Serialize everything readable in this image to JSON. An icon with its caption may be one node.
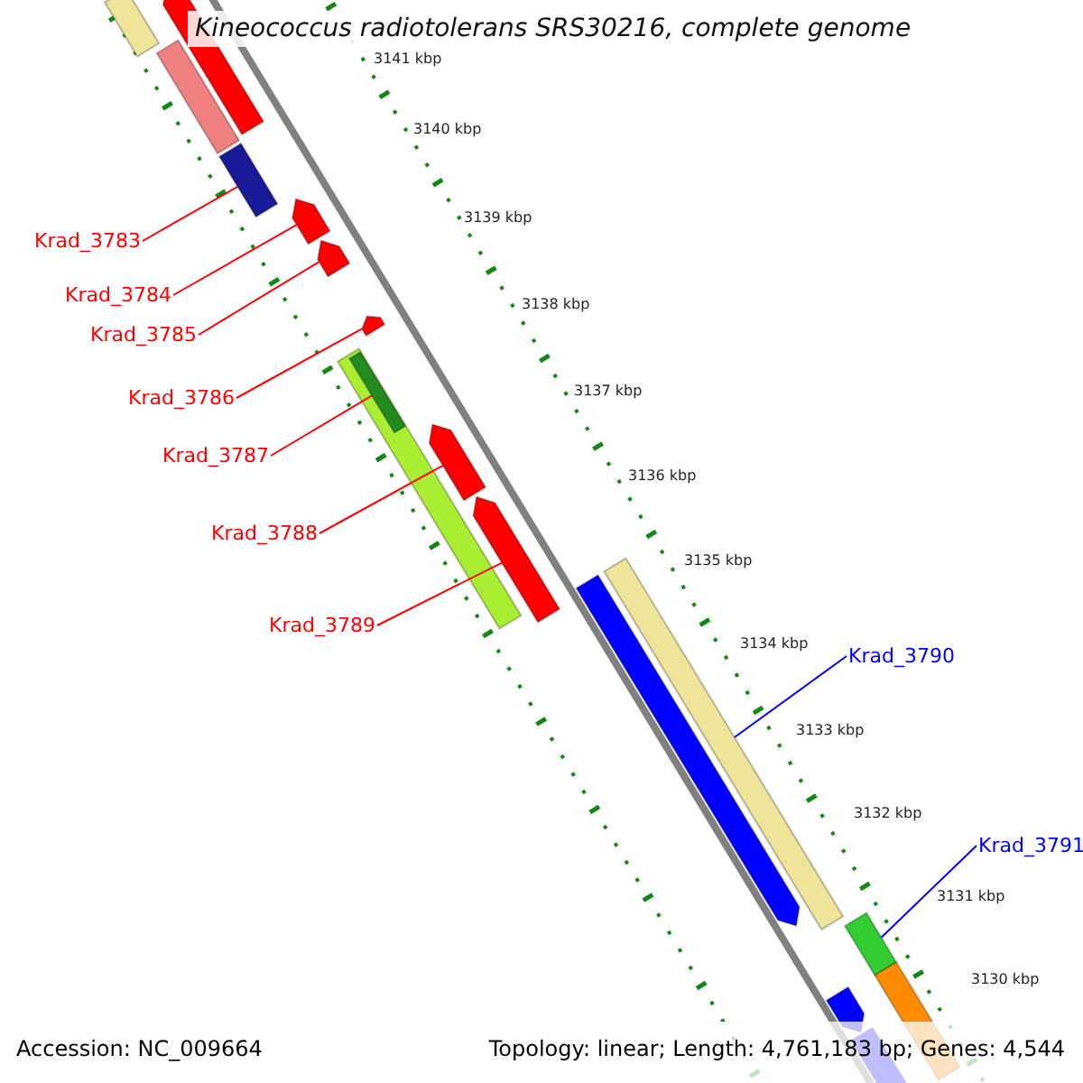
{
  "diagram": {
    "title": "Kineococcus radiotolerans SRS30216, complete genome",
    "nodes": [
      {
        "text": [
          "Krad_3783"
        ]
      },
      {
        "text": [
          "Krad_3784"
        ]
      },
      {
        "text": [
          "Krad_3785"
        ]
      },
      {
        "text": [
          "Krad_3786"
        ]
      },
      {
        "text": [
          "Krad_3787"
        ]
      },
      {
        "text": [
          "Krad_3788"
        ]
      },
      {
        "text": [
          "Krad_3789"
        ]
      },
      {
        "text": [
          "Krad_3790"
        ]
      },
      {
        "text": [
          "Krad_3791"
        ]
      },
      {
        "text": [],
        "shape": "bar"
      },
      {
        "text": [],
        "shape": "bar"
      },
      {
        "text": [],
        "shape": "bar"
      },
      {
        "text": [],
        "shape": "bar"
      },
      {
        "text": [],
        "shape": "bar"
      },
      {
        "text": [],
        "shape": "bar"
      },
      {
        "text": [],
        "shape": "bar"
      },
      {
        "text": [],
        "shape": "bar"
      },
      {
        "text": [],
        "shape": "bar",
        "in": 16
      },
      {
        "text": [],
        "shape": "bar"
      },
      {
        "text": [],
        "shape": "bar"
      },
      {
        "text": [],
        "shape": "bar"
      },
      {
        "text": [],
        "shape": "bar"
      },
      {
        "text": [],
        "shape": "bar"
      },
      {
        "text": [],
        "shape": "bar"
      },
      {
        "text": [],
        "shape": "bar"
      },
      {
        "text": [],
        "shape": "bar"
      }
    ],
    "edges": [
      {
        "from": 0,
        "to": 12,
        "arrow": "none"
      },
      {
        "from": 1,
        "to": 13,
        "arrow": "none"
      },
      {
        "from": 2,
        "to": 14,
        "arrow": "none"
      },
      {
        "from": 3,
        "to": 15,
        "arrow": "none"
      },
      {
        "from": 4,
        "to": 17,
        "arrow": "none"
      },
      {
        "from": 5,
        "to": 18,
        "arrow": "none"
      },
      {
        "from": 6,
        "to": 19,
        "arrow": "none"
      },
      {
        "from": 7,
        "to": 21,
        "arrow": "none",
        "color": "#0000ff"
      },
      {
        "from": 8,
        "to": 22,
        "arrow": "none",
        "color": "#0000ff"
      }
    ],
    "labels": [
      "3141 kbp",
      "3140 kbp",
      "3139 kbp",
      "3138 kbp",
      "3137 kbp",
      "3136 kbp",
      "3135 kbp",
      "3134 kbp",
      "3133 kbp",
      "3132 kbp",
      "3131 kbp",
      "3130 kbp",
      "Accession: NC_009664",
      "Topology: linear; Length: 4,761,183 bp; Genes: 4,544"
    ]
  }
}
